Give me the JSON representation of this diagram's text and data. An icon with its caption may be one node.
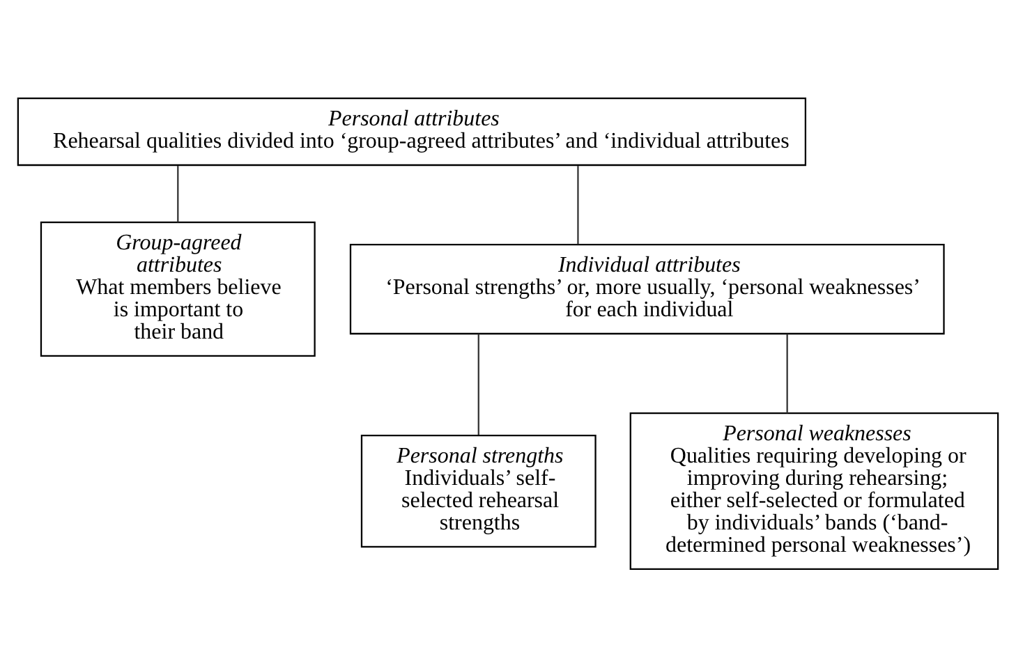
{
  "diagram": {
    "nodes": [
      {
        "text": [
          "Personal attributes",
          "Rehearsal qualities divided into ‘group-agreed attributes’ and ‘individual attributes"
        ]
      },
      {
        "text": [
          "Group-agreed attributes",
          "What members believe is important to their band"
        ]
      },
      {
        "text": [
          "Individual attributes",
          "‘Personal strengths’ or, more usually, ‘personal weaknesses’ for each individual"
        ]
      },
      {
        "text": [
          "Personal strengths",
          "Individuals’ self-selected rehearsal strengths"
        ]
      },
      {
        "text": [
          "Personal weaknesses",
          "Qualities requiring developing or improving during rehearsing; either self-selected or formulated by individuals’ bands (‘band-determined personal weaknesses’)"
        ]
      }
    ],
    "edges": [
      {
        "from": 0,
        "to": 1,
        "arrow": "none"
      },
      {
        "from": 0,
        "to": 2,
        "arrow": "none"
      },
      {
        "from": 2,
        "to": 3,
        "arrow": "none"
      },
      {
        "from": 2,
        "to": 4,
        "arrow": "none"
      }
    ]
  }
}
